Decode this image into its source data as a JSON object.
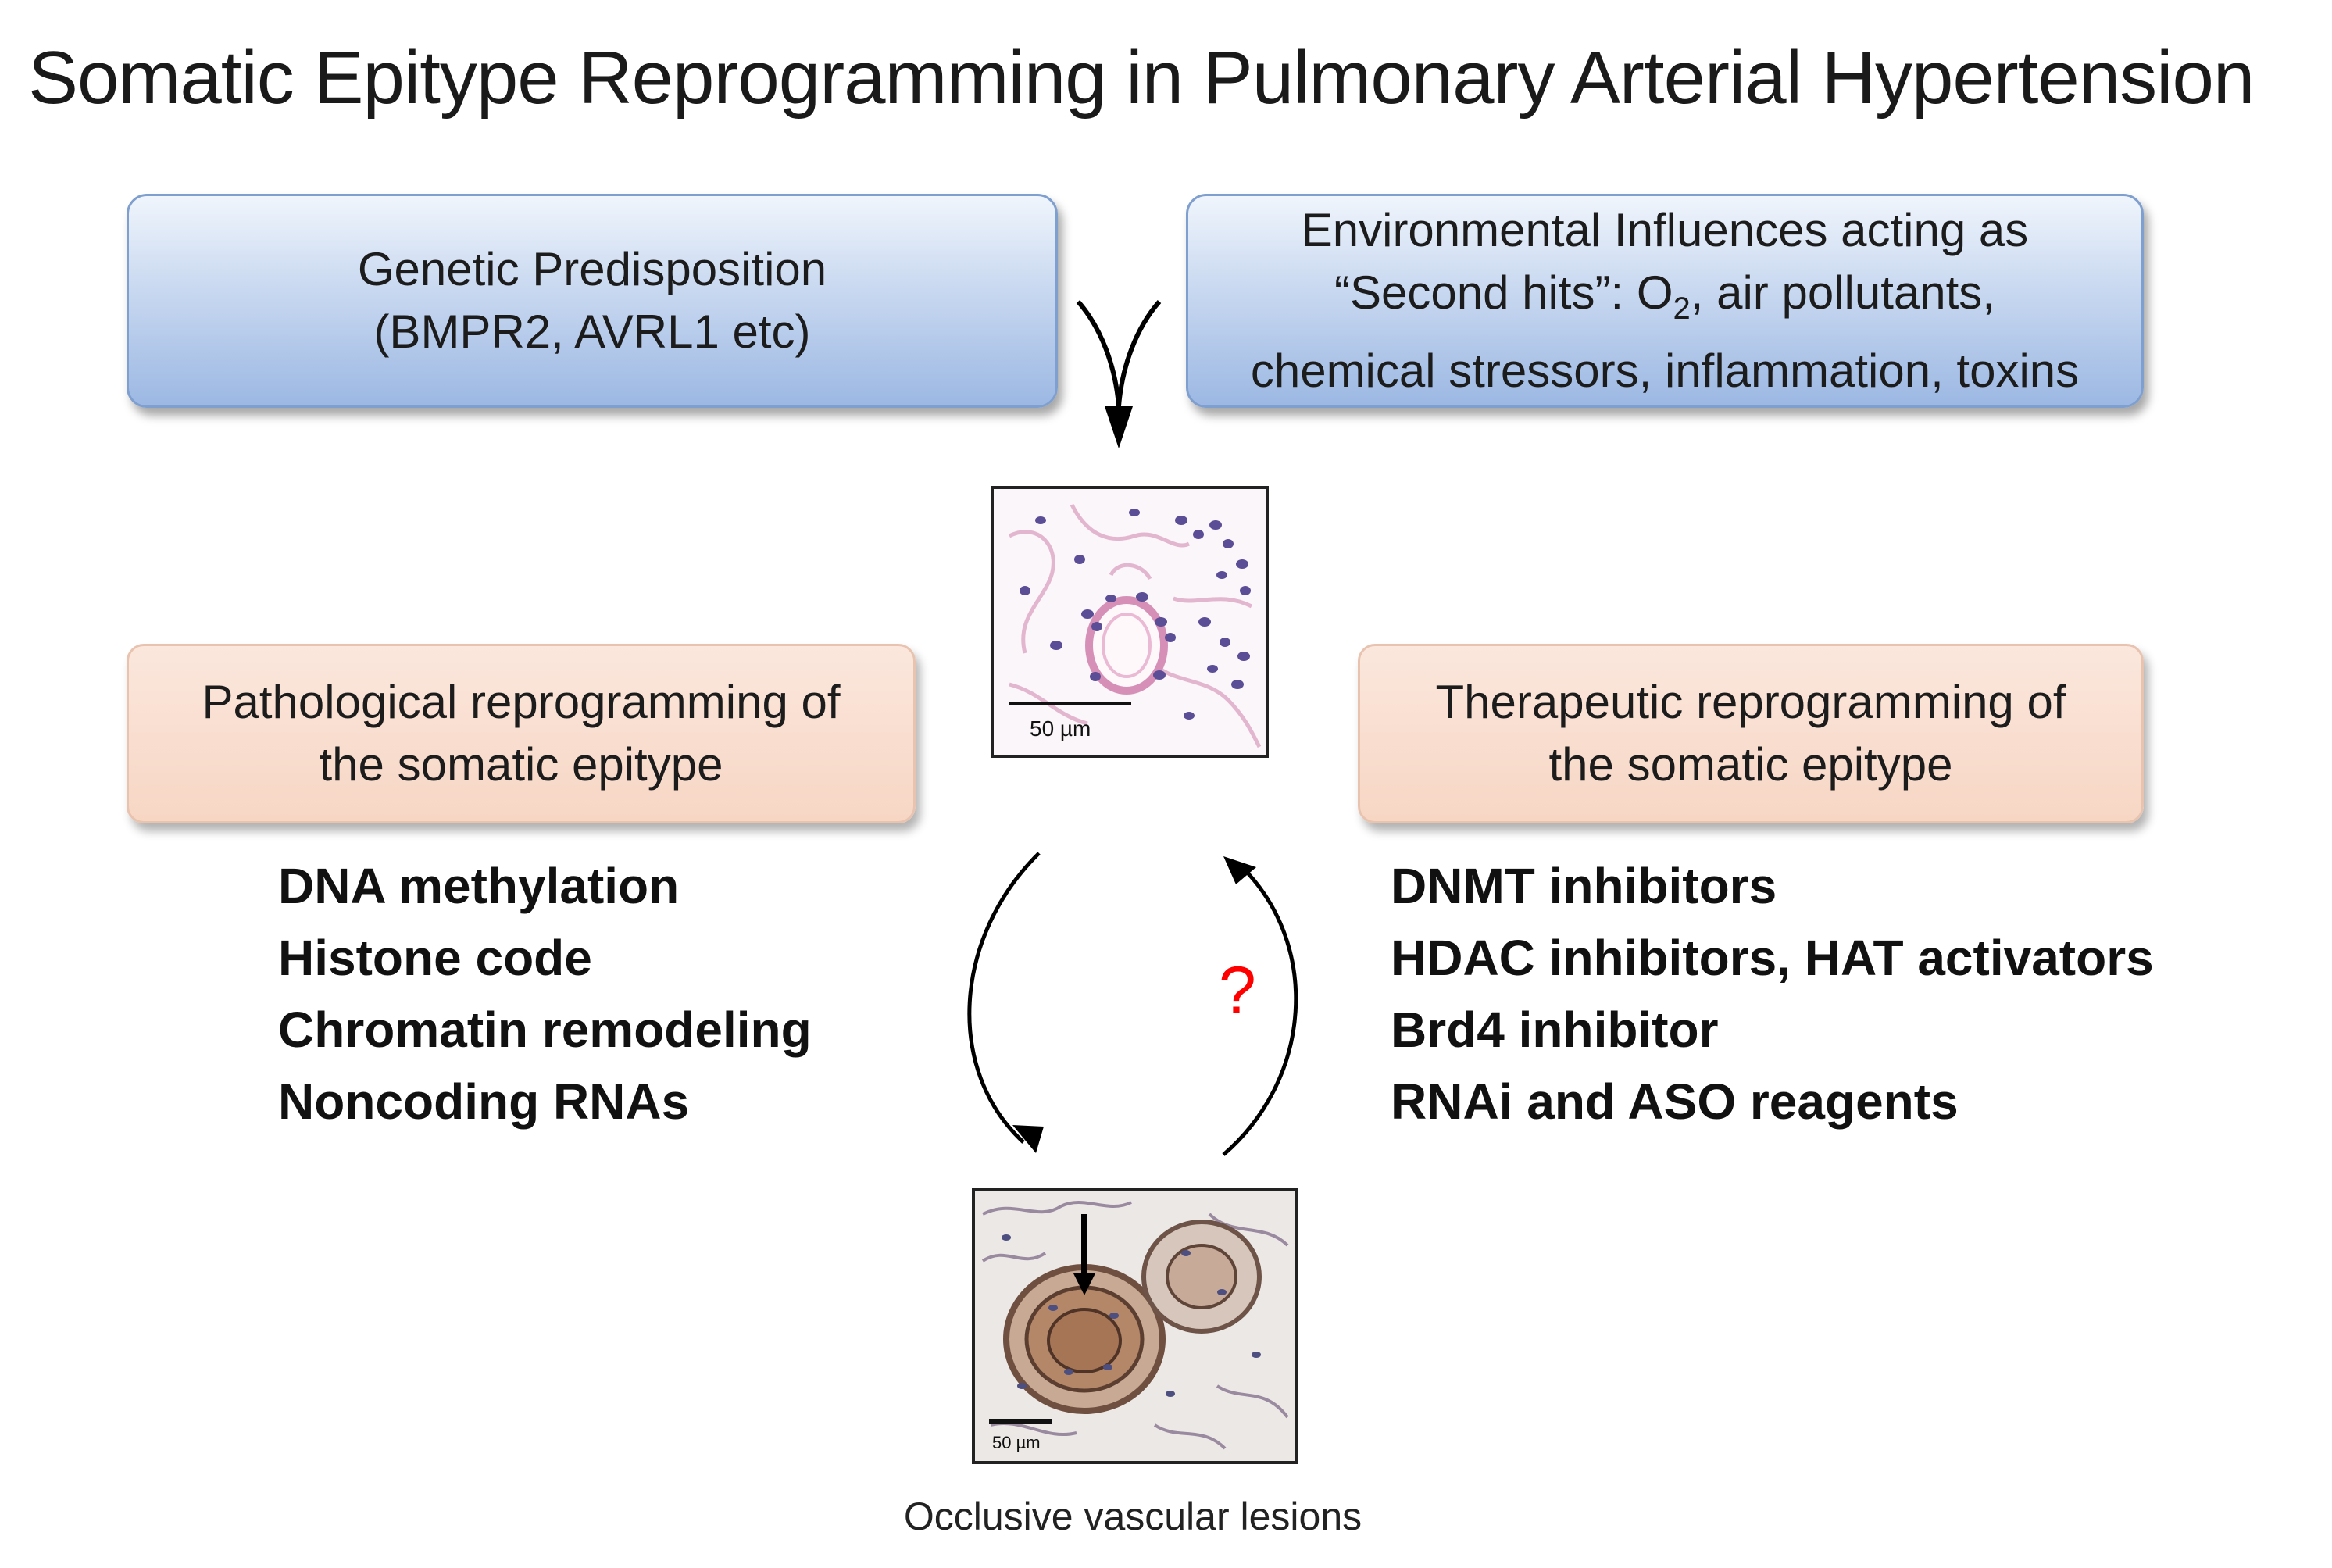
{
  "title": "Somatic Epitype Reprogramming in Pulmonary Arterial Hypertension",
  "genetic_box": {
    "line1": "Genetic Predisposition",
    "line2": "(BMPR2, AVRL1 etc)"
  },
  "environmental_box": {
    "line1": "Environmental Influences acting as",
    "line2_prefix": "“Second hits”: O",
    "line2_sub": "2",
    "line2_suffix": ", air pollutants,",
    "line3": "chemical stressors, inflammation, toxins"
  },
  "pathological_box": {
    "line1": "Pathological reprogramming of",
    "line2": "the somatic epitype"
  },
  "therapeutic_box": {
    "line1": "Therapeutic reprogramming of",
    "line2": "the somatic epitype"
  },
  "pathological_mechanisms": [
    "DNA methylation",
    "Histone code",
    "Chromatin remodeling",
    "Noncoding RNAs"
  ],
  "therapeutic_agents": [
    "DNMT inhibitors",
    "HDAC inhibitors, HAT activators",
    "Brd4 inhibitor",
    "RNAi and ASO reagents"
  ],
  "normal_tissue_scale": "50 µm",
  "lesion_tissue_scale": "50 µm",
  "lesion_caption": "Occlusive vascular lesions",
  "reversal_question": "?",
  "colors": {
    "question_mark": "#ff0000",
    "blue_box": "#9cb8e3",
    "peach_box": "#f7d6c4"
  }
}
